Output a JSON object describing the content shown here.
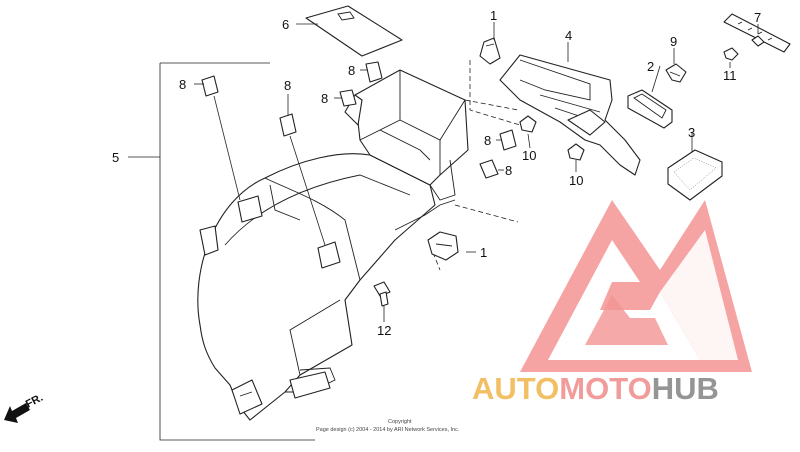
{
  "callouts": [
    {
      "text": "1"
    },
    {
      "text": "1"
    },
    {
      "text": "2"
    },
    {
      "text": "3"
    },
    {
      "text": "4"
    },
    {
      "text": "5"
    },
    {
      "text": "6"
    },
    {
      "text": "7"
    },
    {
      "text": "8"
    },
    {
      "text": "8"
    },
    {
      "text": "8"
    },
    {
      "text": "8"
    },
    {
      "text": "8"
    },
    {
      "text": "8"
    },
    {
      "text": "9"
    },
    {
      "text": "10"
    },
    {
      "text": "10"
    },
    {
      "text": "11"
    },
    {
      "text": "12"
    }
  ],
  "direction_label": "FR.",
  "copyright": {
    "line1": "Copyright",
    "line2": "Page design (c) 2004 - 2014 by ARI Network Services, Inc."
  },
  "watermark": {
    "part1": "AUTO",
    "part2": "MOTO",
    "part3": "HUB",
    "colors": {
      "auto": "#f2b54a",
      "moto": "#f08a8a",
      "hub": "#8a8a8a",
      "logo": "#f07070"
    }
  }
}
